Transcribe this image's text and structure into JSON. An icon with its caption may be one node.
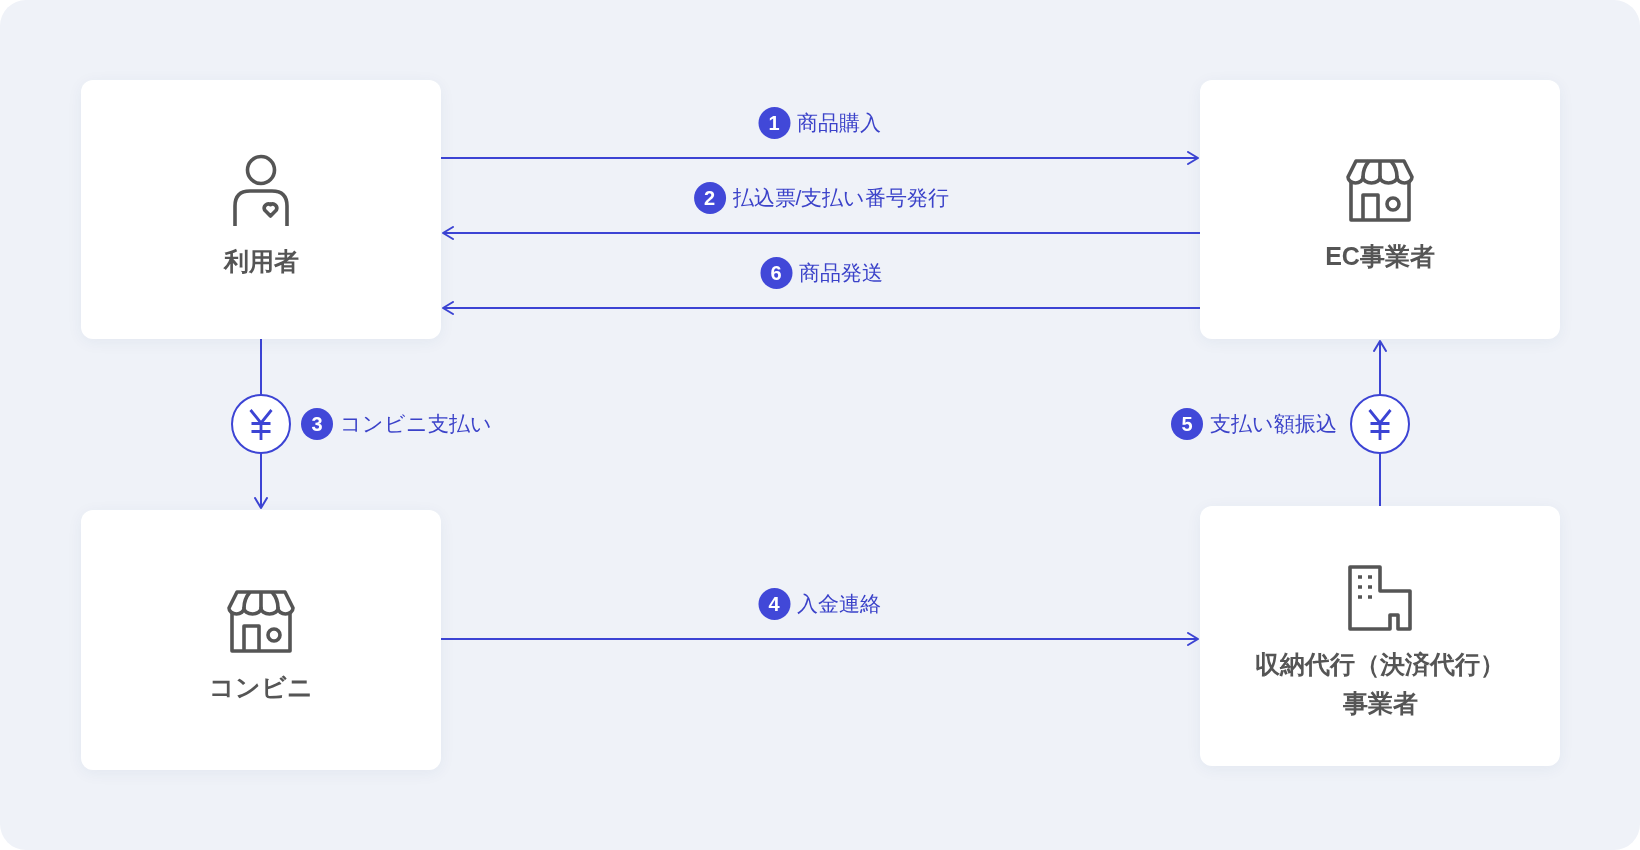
{
  "diagram": {
    "nodes": [
      {
        "text": [
          "利用者"
        ]
      },
      {
        "text": [
          "EC事業者"
        ]
      },
      {
        "text": [
          "コンビニ"
        ]
      },
      {
        "text": [
          "収納代行（決済代行）事業者"
        ]
      }
    ],
    "edges": [
      {
        "from": 0,
        "to": 1,
        "arrow": "to",
        "label": "1 商品購入"
      },
      {
        "from": 1,
        "to": 0,
        "arrow": "to",
        "label": "2 払込票/支払い番号発行"
      },
      {
        "from": 0,
        "to": 2,
        "arrow": "to",
        "label": "3 コンビニ支払い"
      },
      {
        "from": 2,
        "to": 3,
        "arrow": "to",
        "label": "4 入金連絡"
      },
      {
        "from": 3,
        "to": 1,
        "arrow": "to",
        "label": "5 支払い額振込"
      },
      {
        "from": 1,
        "to": 0,
        "arrow": "to",
        "label": "6 商品発送"
      }
    ]
  }
}
